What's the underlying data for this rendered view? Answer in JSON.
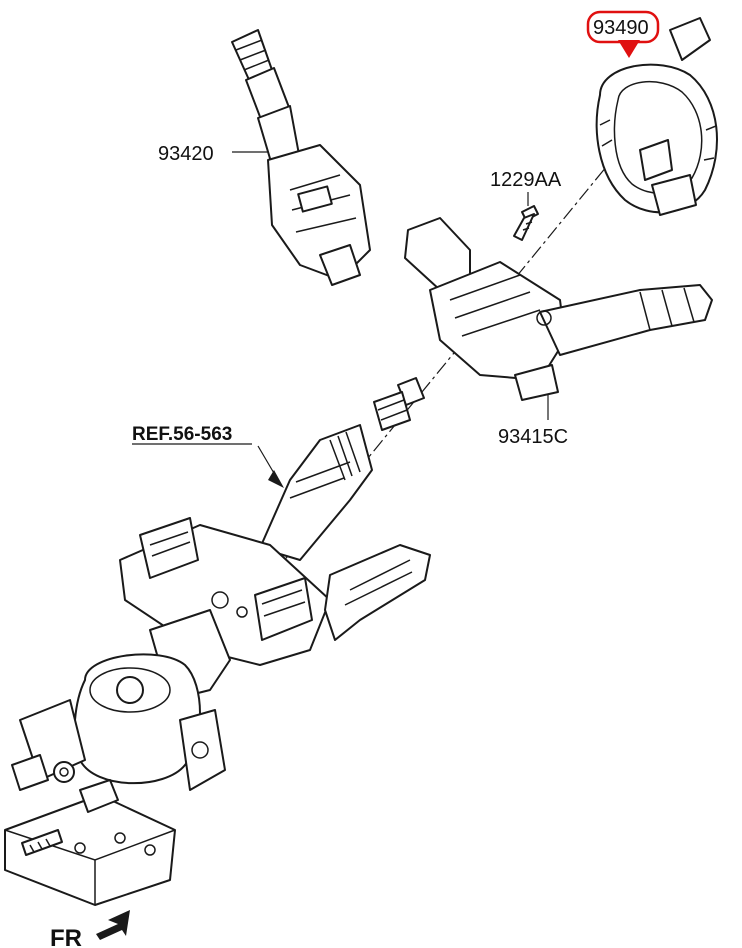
{
  "diagram": {
    "parts": [
      {
        "id": "switch",
        "number": "93420"
      },
      {
        "id": "clockspring",
        "number": "93490",
        "highlighted": true
      },
      {
        "id": "screw",
        "number": "1229AA"
      },
      {
        "id": "combination-switch",
        "number": "93415C"
      }
    ],
    "reference": "REF.56-563",
    "direction_label": "FR",
    "colors": {
      "highlight": "#e01010",
      "line": "#1a1a1a",
      "background": "#ffffff"
    }
  }
}
